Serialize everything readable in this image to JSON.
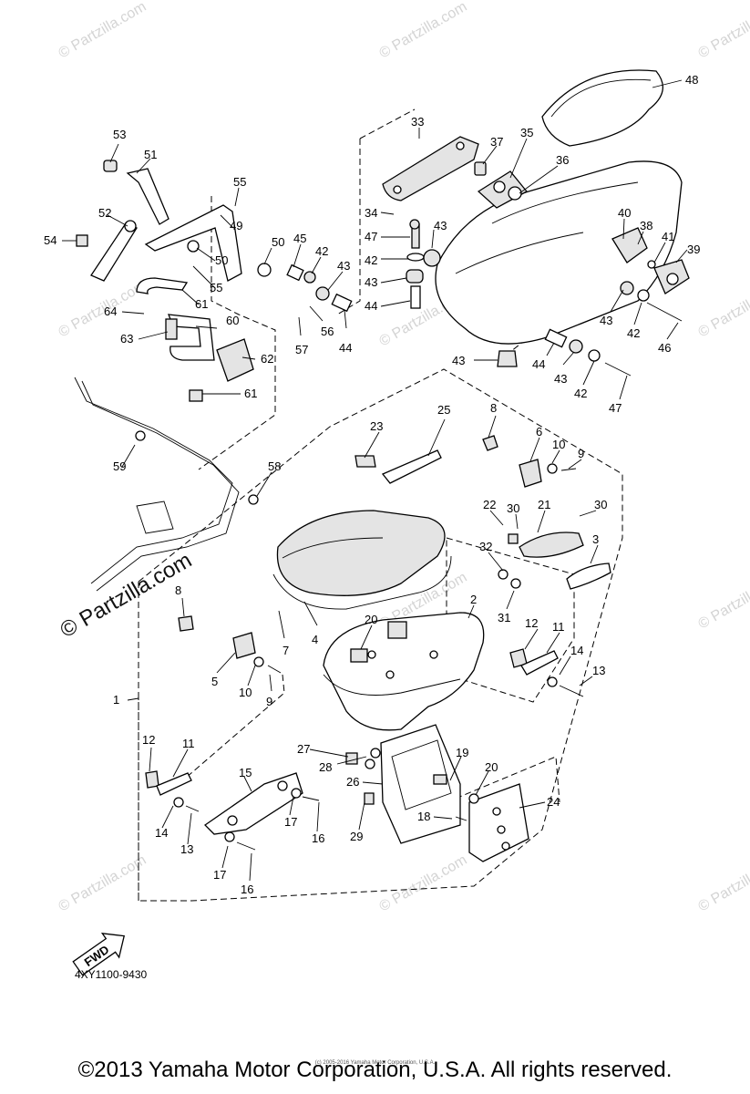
{
  "diagram": {
    "code": "4XY1100-9430",
    "fwd_label": "FWD",
    "watermark_text": "© Partzilla.com",
    "copyright": "©2013 Yamaha Motor Corporation, U.S.A. All rights reserved.",
    "copyright_small": "(c) 2005-2016 Yamaha Motor Corporation, U.S.A.",
    "callouts": [
      "1",
      "2",
      "3",
      "4",
      "5",
      "6",
      "7",
      "8",
      "9",
      "10",
      "11",
      "12",
      "13",
      "14",
      "15",
      "16",
      "17",
      "18",
      "19",
      "20",
      "21",
      "22",
      "23",
      "24",
      "25",
      "26",
      "27",
      "28",
      "29",
      "30",
      "31",
      "32",
      "33",
      "34",
      "35",
      "36",
      "37",
      "38",
      "39",
      "40",
      "41",
      "42",
      "43",
      "44",
      "45",
      "46",
      "47",
      "48",
      "49",
      "50",
      "51",
      "52",
      "53",
      "54",
      "55",
      "56",
      "57",
      "58",
      "59",
      "60",
      "61",
      "62",
      "63",
      "64"
    ]
  }
}
